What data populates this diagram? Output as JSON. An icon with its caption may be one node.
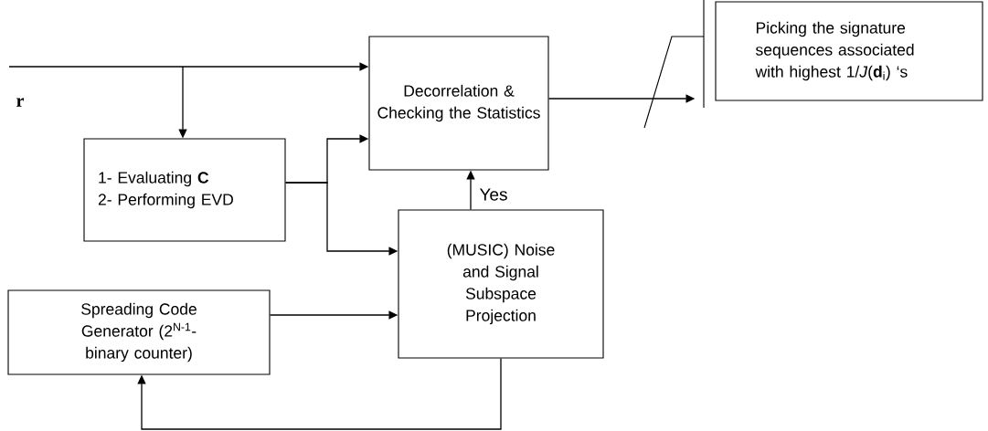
{
  "diagram": {
    "nodes": [
      {
        "text": [
          "Decorrelation & Checking the Statistics"
        ]
      },
      {
        "text": [
          "1- Evaluating **C**",
          "2- Performing EVD"
        ]
      },
      {
        "text": [
          "(MUSIC) Noise and Signal Subspace Projection"
        ]
      },
      {
        "text": [
          "Spreading Code Generator (2$^{N-1}$-binary counter)"
        ]
      },
      {
        "text": [
          "Picking the signature sequences associated with highest 1/*J*(**d**$_{i}$) ‘s"
        ]
      }
    ],
    "edges": [
      {
        "from": null,
        "to": 0,
        "arrow": "to"
      },
      {
        "from": null,
        "to": 1,
        "arrow": "to"
      },
      {
        "from": 1,
        "to": 0,
        "arrow": "to"
      },
      {
        "from": 1,
        "to": 2,
        "arrow": "to"
      },
      {
        "from": 2,
        "to": 0,
        "arrow": "to",
        "label": "Yes"
      },
      {
        "from": 3,
        "to": 2,
        "arrow": "to"
      },
      {
        "from": 2,
        "to": 3,
        "arrow": "to"
      },
      {
        "from": 0,
        "to": 4,
        "arrow": "to"
      }
    ],
    "labels": [
      "r"
    ]
  }
}
